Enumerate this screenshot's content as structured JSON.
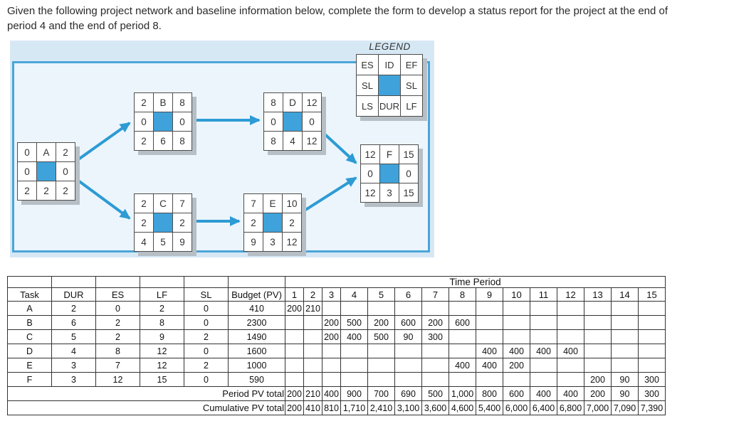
{
  "instructions": "Given the following project network and baseline information below, complete the form to develop a status report for the project at the end of period 4 and the end of period 8.",
  "legend": {
    "title": "LEGEND",
    "cells": [
      "ES",
      "ID",
      "EF",
      "SL",
      "",
      "SL",
      "LS",
      "DUR",
      "LF"
    ]
  },
  "network": {
    "nodes": [
      {
        "id": "A",
        "cells": [
          "0",
          "A",
          "2",
          "0",
          "",
          "0",
          "2",
          "2",
          "2"
        ]
      },
      {
        "id": "B",
        "cells": [
          "2",
          "B",
          "8",
          "0",
          "",
          "0",
          "2",
          "6",
          "8"
        ]
      },
      {
        "id": "C",
        "cells": [
          "2",
          "C",
          "7",
          "2",
          "",
          "2",
          "4",
          "5",
          "9"
        ]
      },
      {
        "id": "D",
        "cells": [
          "8",
          "D",
          "12",
          "0",
          "",
          "0",
          "8",
          "4",
          "12"
        ]
      },
      {
        "id": "E",
        "cells": [
          "7",
          "E",
          "10",
          "2",
          "",
          "2",
          "9",
          "3",
          "12"
        ]
      },
      {
        "id": "F",
        "cells": [
          "12",
          "F",
          "15",
          "0",
          "",
          "0",
          "12",
          "3",
          "15"
        ]
      }
    ],
    "edges": [
      "A-B",
      "A-C",
      "B-D",
      "C-E",
      "D-F",
      "E-F"
    ]
  },
  "table": {
    "time_period_label": "Time Period",
    "columns": [
      "Task",
      "DUR",
      "ES",
      "LF",
      "SL",
      "Budget (PV)",
      "1",
      "2",
      "3",
      "4",
      "5",
      "6",
      "7",
      "8",
      "9",
      "10",
      "11",
      "12",
      "13",
      "14",
      "15"
    ],
    "tasks": [
      {
        "task": "A",
        "dur": "2",
        "es": "0",
        "lf": "2",
        "sl": "0",
        "budget": "410",
        "periods": [
          "200",
          "210",
          "",
          "",
          "",
          "",
          "",
          "",
          "",
          "",
          "",
          "",
          "",
          "",
          ""
        ]
      },
      {
        "task": "B",
        "dur": "6",
        "es": "2",
        "lf": "8",
        "sl": "0",
        "budget": "2300",
        "periods": [
          "",
          "",
          "200",
          "500",
          "200",
          "600",
          "200",
          "600",
          "",
          "",
          "",
          "",
          "",
          "",
          ""
        ]
      },
      {
        "task": "C",
        "dur": "5",
        "es": "2",
        "lf": "9",
        "sl": "2",
        "budget": "1490",
        "periods": [
          "",
          "",
          "200",
          "400",
          "500",
          "90",
          "300",
          "",
          "",
          "",
          "",
          "",
          "",
          "",
          ""
        ]
      },
      {
        "task": "D",
        "dur": "4",
        "es": "8",
        "lf": "12",
        "sl": "0",
        "budget": "1600",
        "periods": [
          "",
          "",
          "",
          "",
          "",
          "",
          "",
          "",
          "400",
          "400",
          "400",
          "400",
          "",
          "",
          ""
        ]
      },
      {
        "task": "E",
        "dur": "3",
        "es": "7",
        "lf": "12",
        "sl": "2",
        "budget": "1000",
        "periods": [
          "",
          "",
          "",
          "",
          "",
          "",
          "",
          "400",
          "400",
          "200",
          "",
          "",
          "",
          "",
          ""
        ]
      },
      {
        "task": "F",
        "dur": "3",
        "es": "12",
        "lf": "15",
        "sl": "0",
        "budget": "590",
        "periods": [
          "",
          "",
          "",
          "",
          "",
          "",
          "",
          "",
          "",
          "",
          "",
          "",
          "200",
          "90",
          "300"
        ]
      }
    ],
    "period_total_label": "Period PV total",
    "period_totals": [
      "200",
      "210",
      "400",
      "900",
      "700",
      "690",
      "500",
      "1,000",
      "800",
      "600",
      "400",
      "400",
      "200",
      "90",
      "300"
    ],
    "cumulative_total_label": "Cumulative PV total",
    "cumulative_totals": [
      "200",
      "410",
      "810",
      "1,710",
      "2,410",
      "3,100",
      "3,600",
      "4,600",
      "5,400",
      "6,000",
      "6,400",
      "6,800",
      "7,000",
      "7,090",
      "7,390"
    ]
  },
  "colors": {
    "panel_bg": "#d7e8f5",
    "panel_inner_bg": "#ecf5fc",
    "panel_border": "#4aa5d8",
    "node_center": "#3fa2da",
    "arrow": "#2d9bd4"
  }
}
